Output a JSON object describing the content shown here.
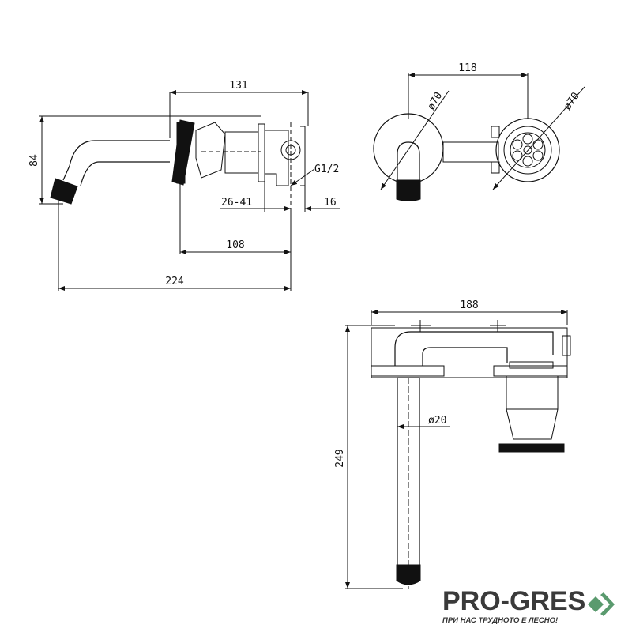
{
  "dimensions": {
    "side_width": "131",
    "side_height": "84",
    "thread": "G1/2",
    "wall_range": "26-41",
    "depth": "16",
    "handle_to_axis": "108",
    "total_projection": "224",
    "top_span": "118",
    "rosette_left": "ø70",
    "rosette_right": "ø70",
    "plan_width": "188",
    "spout_diameter": "ø20",
    "spout_length": "249"
  },
  "logo": {
    "name": "PRO-GRES",
    "tagline": "ПРИ НАС ТРУДНОТО Е ЛЕСНО!",
    "color_text": "#3a3a3a",
    "color_mark": "#5a9a6e"
  }
}
